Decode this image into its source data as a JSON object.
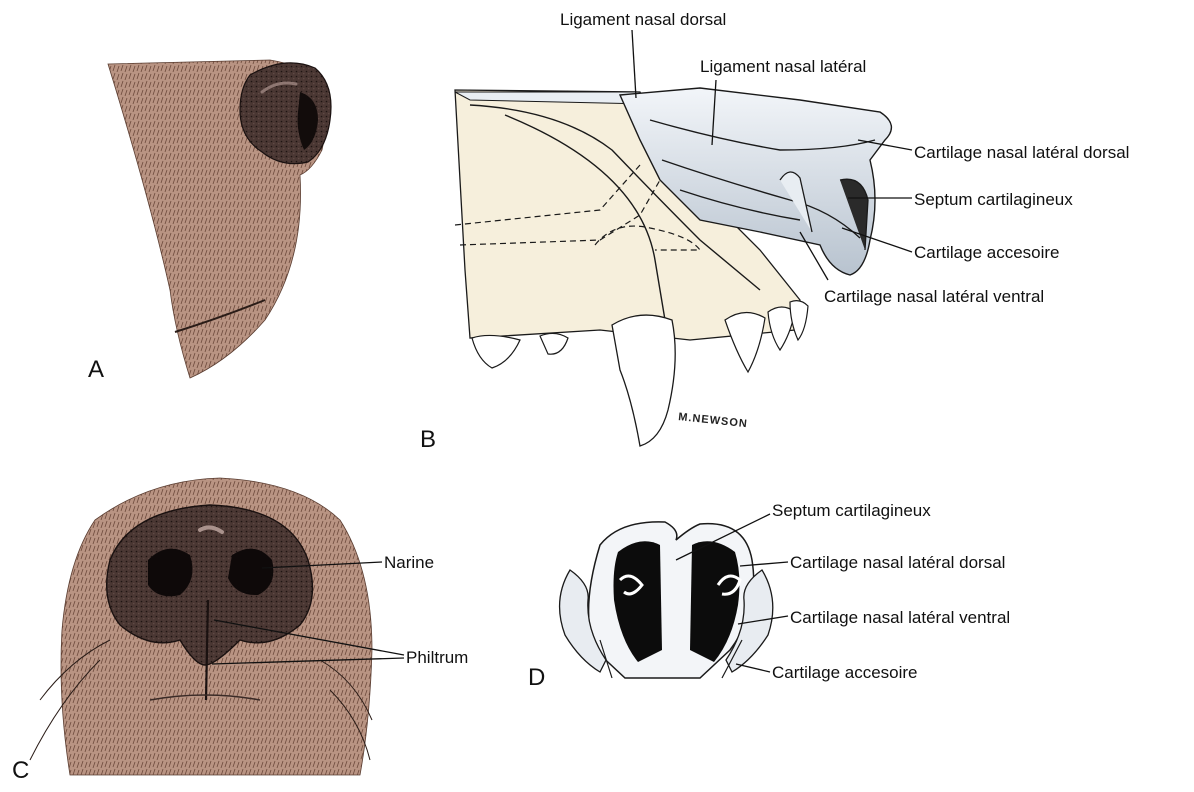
{
  "panels": {
    "a": {
      "letter": "A"
    },
    "b": {
      "letter": "B",
      "signature": "M.NEWSON",
      "labels": {
        "ligament_dorsal": "Ligament nasal dorsal",
        "ligament_lateral": "Ligament nasal latéral",
        "cartilage_dorsal": "Cartilage nasal latéral dorsal",
        "septum": "Septum cartilagineux",
        "accessory": "Cartilage accesoire",
        "cartilage_ventral": "Cartilage nasal latéral ventral"
      }
    },
    "c": {
      "letter": "C",
      "labels": {
        "narine": "Narine",
        "philtrum": "Philtrum"
      }
    },
    "d": {
      "letter": "D",
      "labels": {
        "septum": "Septum cartilagineux",
        "cartilage_dorsal": "Cartilage nasal latéral dorsal",
        "cartilage_ventral": "Cartilage nasal latéral ventral",
        "accessory": "Cartilage accesoire"
      }
    }
  },
  "colors": {
    "fur": "#a8806a",
    "nose_leather": "#3a2a26",
    "bone": "#f6efdc",
    "cartilage": "#dfe6ee",
    "line": "#111111"
  }
}
